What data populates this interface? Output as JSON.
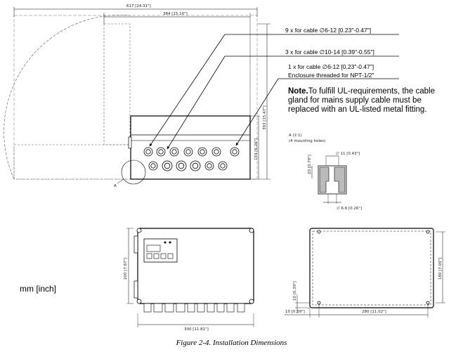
{
  "side_view": {
    "dims": {
      "total_width": "617 [24.31\"]",
      "lid_width": "384 [15.10\"]",
      "height_open": "393 [15.47\"]",
      "enclosure_height": "159 [6.26\"]"
    },
    "detail_marker": "A"
  },
  "callouts": {
    "c1": "9 x for cable ∅6-12 [0.23\"-0.47\"]",
    "c2": "3 x for cable ∅10-14 [0.39\"-0.55\"]",
    "c3": "1 x for cable ∅6-12 [0.23\"-0.47\"]",
    "c3_sub": "Enclosure threaded for NPT-1/2\""
  },
  "note": {
    "bold": "Note.",
    "line1": "To fulfill UL-requirements, the cable",
    "line2": "gland for mains supply cable must be",
    "line3": "replaced with an UL-listed metal fitting."
  },
  "detail": {
    "title": "A (2:1)",
    "subtitle": "(4 mounting holes)",
    "dim_top": "∅ 11 [0.43\"]",
    "dim_height": "20 [0.79\"]",
    "dim_bottom": "∅ 6.6 [0.26\"]"
  },
  "front_view": {
    "height": "200 [7.87\"]",
    "width": "300 [11.81\"]"
  },
  "back_view": {
    "height": "180 [7.09\"]",
    "offset_v": "10 [0.39\"]",
    "offset_h": "10 [0.39\"]",
    "width": "280 [11.02\"]"
  },
  "units_label": "mm [inch]",
  "caption": "Figure 2-4. Installation Dimensions"
}
